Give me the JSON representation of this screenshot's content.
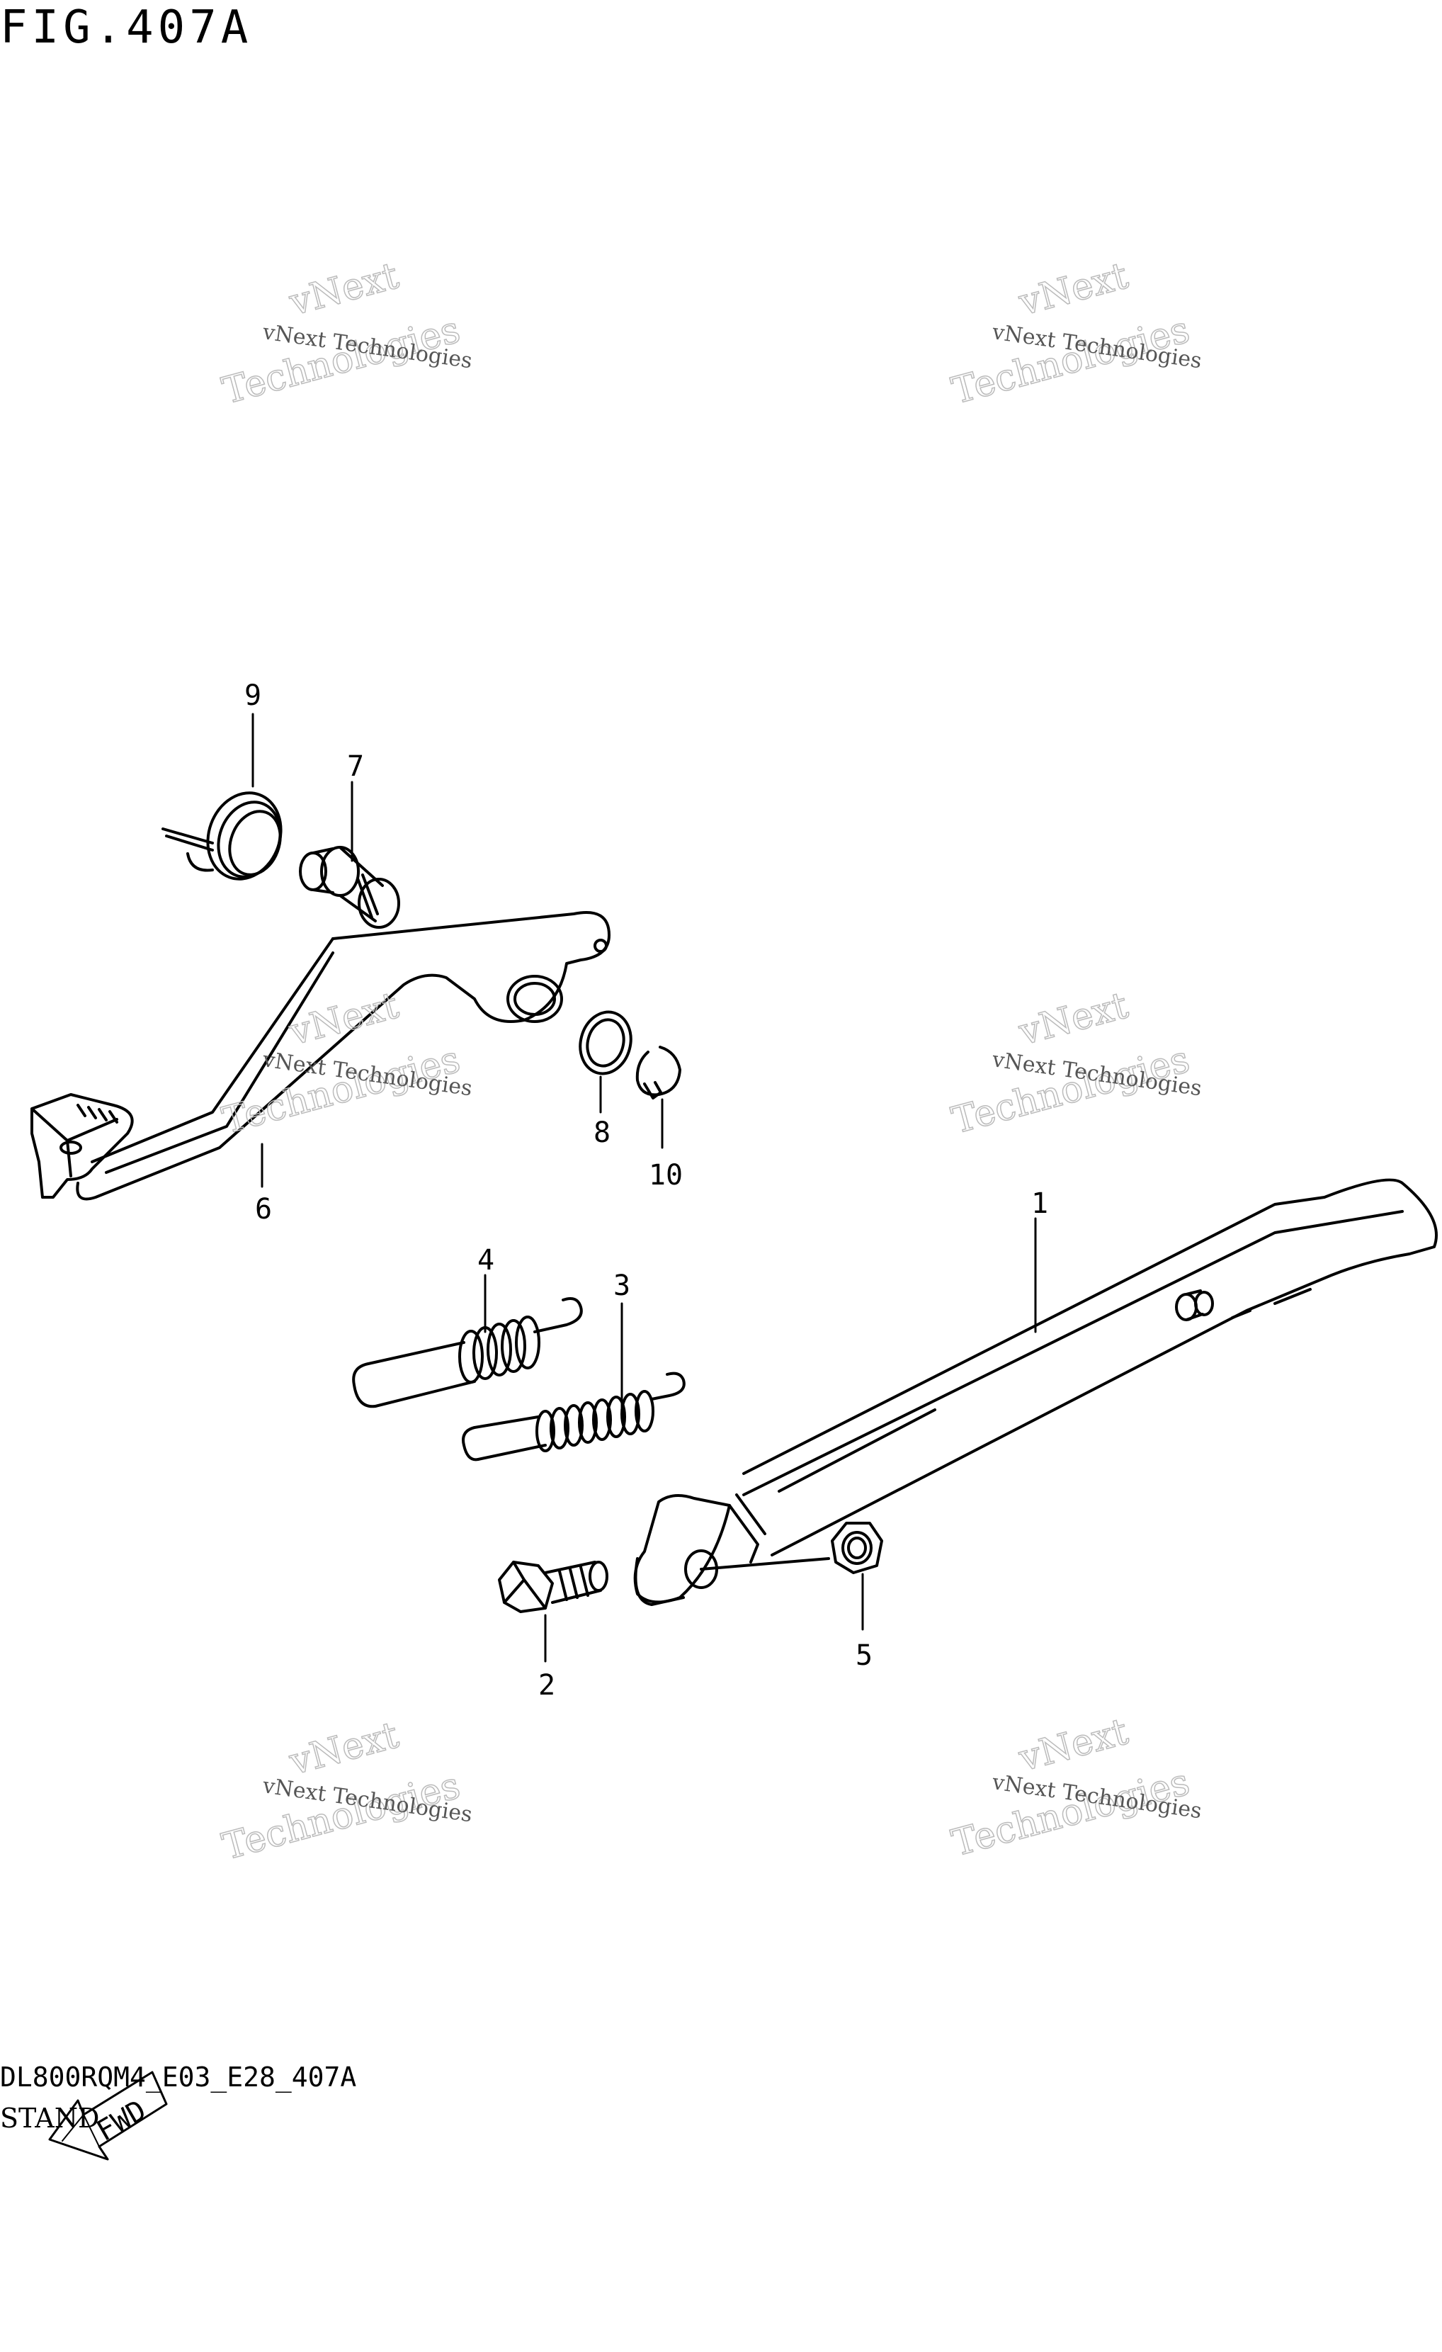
{
  "figure": {
    "title": "FIG.407A"
  },
  "watermark": {
    "line": "vNext Technologies",
    "word1": "vNext",
    "word2": "Technologies"
  },
  "callouts": [
    "1",
    "2",
    "3",
    "4",
    "5",
    "6",
    "7",
    "8",
    "9",
    "10"
  ],
  "fwd_label": "FWD",
  "footer": {
    "code": "DL800RQM4_E03_E28_407A",
    "name": "STAND"
  }
}
